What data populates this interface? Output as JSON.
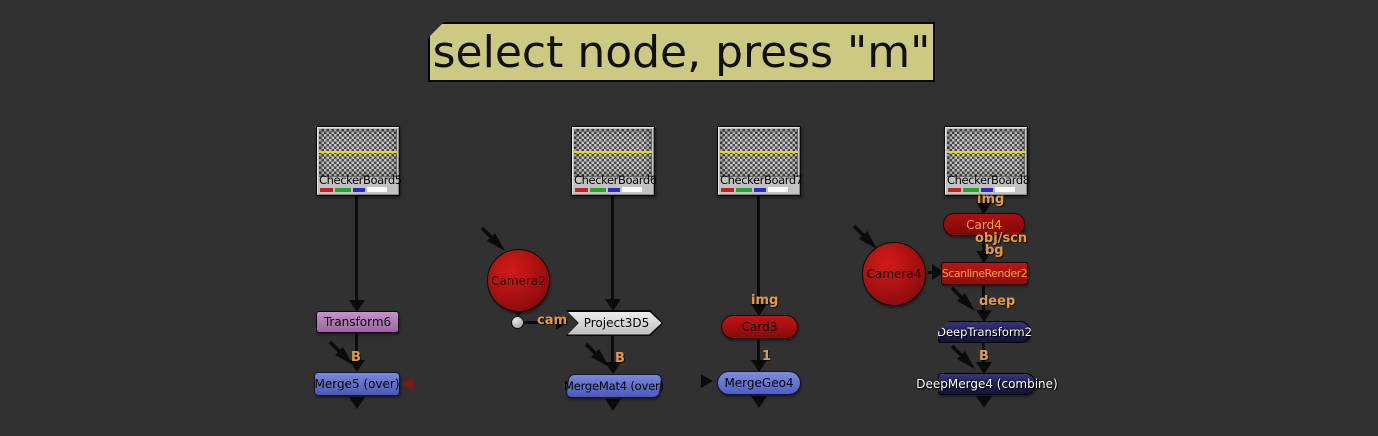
{
  "banner": {
    "text": "select node, press \"m\""
  },
  "nodes": {
    "checkerboard5": {
      "label": "CheckerBoard5"
    },
    "transform6": {
      "label": "Transform6"
    },
    "merge5": {
      "label": "Merge5 (over)"
    },
    "checkerboard6": {
      "label": "CheckerBoard6"
    },
    "camera2": {
      "label": "Camera2"
    },
    "project3d5": {
      "label": "Project3D5"
    },
    "mergemat4": {
      "label": "MergeMat4 (over)"
    },
    "checkerboard7": {
      "label": "CheckerBoard7"
    },
    "card3": {
      "label": "Card3"
    },
    "mergegeo4": {
      "label": "MergeGeo4"
    },
    "checkerboard8": {
      "label": "CheckerBoard8"
    },
    "camera4": {
      "label": "Camera4"
    },
    "card4": {
      "label": "Card4"
    },
    "scanlinerender2": {
      "label": "ScanlineRender2"
    },
    "deeptransform2": {
      "label": "DeepTransform2"
    },
    "deepmerge4": {
      "label": "DeepMerge4 (combine)"
    }
  },
  "wire_labels": {
    "b": "B",
    "cam": "cam",
    "img": "img",
    "one": "1",
    "obj_scn": "obj/scn",
    "bg": "bg",
    "deep": "deep"
  },
  "colors": {
    "background": "#313131",
    "banner_fill": "#cbc982",
    "merge_blue": "#5a6ecf",
    "transform_purple": "#b37ab6",
    "camera_red": "#b31212",
    "card_red": "#a30e0e",
    "deep_navy": "#22225c",
    "wire_label_orange": "#e69a3e",
    "checker_yellow_line": "#e9d800",
    "wire_black": "#0b0b0b"
  }
}
